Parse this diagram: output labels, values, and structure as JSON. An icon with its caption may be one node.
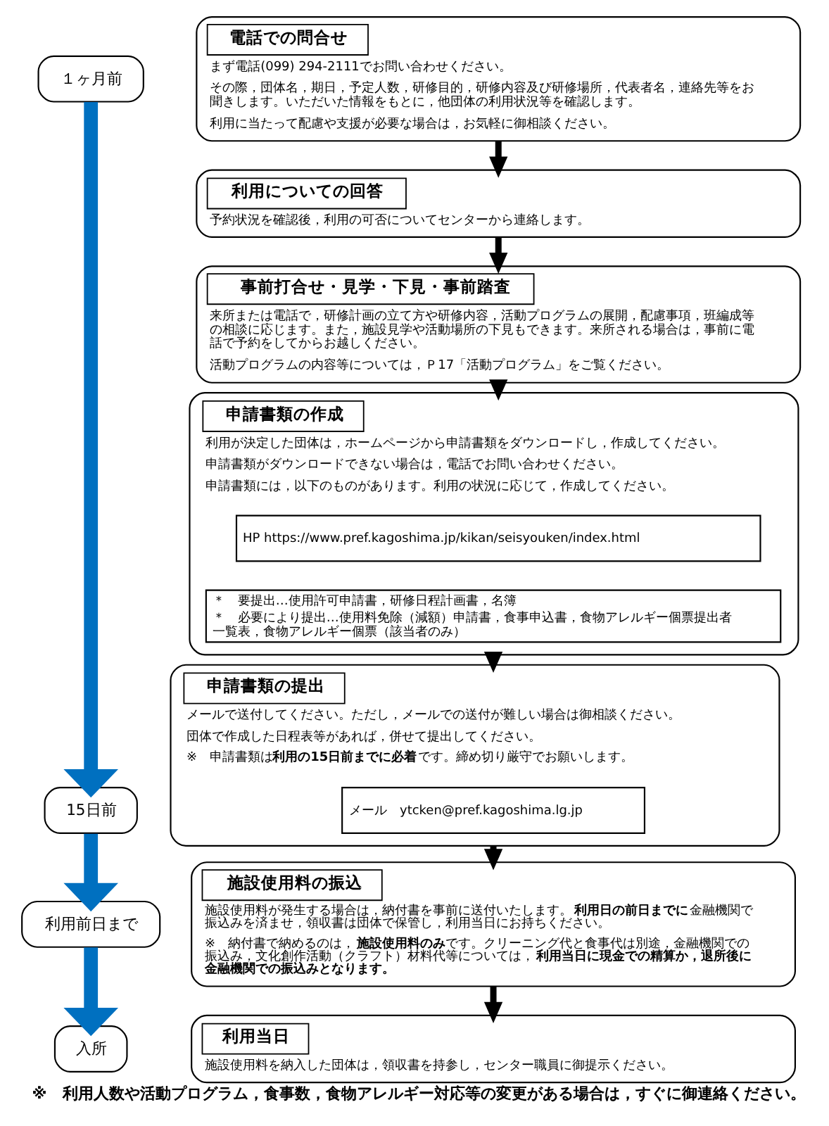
{
  "diagram": {
    "caption": "※　利用人数や活動プログラム，食事数，食物アレルギー対応等の変更がある場合は，すぐに御連絡ください。",
    "nodes": [
      {
        "text": [
          "１ヶ月前"
        ]
      },
      {
        "text": [
          "電話での問合せ",
          "まず電話(099) 294-2111でお問い合わせください。",
          "その際，団体名，期日，予定人数，研修目的，研修内容及び研修場所，代表者名，連絡先等をお聞きします。いただいた情報をもとに，他団体の利用状況等を確認します。",
          "利用に当たって配慮や支援が必要な場合は，お気軽に御相談ください。"
        ]
      },
      {
        "text": [
          "利用についての回答",
          "予約状況を確認後，利用の可否についてセンターから連絡します。"
        ]
      },
      {
        "text": [
          "事前打合せ・見学・下見・事前踏査",
          "来所または電話で，研修計画の立て方や研修内容，活動プログラムの展開，配慮事項，班編成等の相談に応じます。また，施設見学や活動場所の下見もできます。来所される場合は，事前に電話で予約をしてからお越しください。",
          "活動プログラムの内容等については，Ｐ17「活動プログラム」をご覧ください。"
        ]
      },
      {
        "text": [
          "申請書類の作成",
          "利用が決定した団体は，ホームページから申請書類をダウンロードし，作成してください。",
          "申請書類がダウンロードできない場合は，電話でお問い合わせください。",
          "申請書類には，以下のものがあります。利用の状況に応じて，作成してください。"
        ]
      },
      {
        "text": [
          "HP https://www.pref.kagoshima.jp/kikan/seisyouken/index.html"
        ],
        "in": 4
      },
      {
        "text": [
          "＊　要提出…使用許可申請書，研修日程計画書，名簿",
          "＊　必要により提出…使用料免除（減額）申請書，食事申込書，食物アレルギー個票提出者一覧表，食物アレルギー個票（該当者のみ）"
        ],
        "in": 4
      },
      {
        "text": [
          "15日前"
        ]
      },
      {
        "text": [
          "申請書類の提出",
          "メールで送付してください。ただし，メールでの送付が難しい場合は御相談ください。",
          "団体で作成した日程表等があれば，併せて提出してください。",
          "※　申請書類は**利用の15日前までに必着**です。締め切り厳守でお願いします。"
        ]
      },
      {
        "text": [
          "メール　ytcken@pref.kagoshima.lg.jp"
        ],
        "in": 8
      },
      {
        "text": [
          "利用前日まで"
        ]
      },
      {
        "text": [
          "施設使用料の振込",
          "施設使用料が発生する場合は，納付書を事前に送付いたします。**利用日の前日までに**金融機関で振込みを済ませ，領収書は団体で保管し，利用当日にお持ちください。",
          "※　納付書で納めるのは，**施設使用料のみ**です。クリーニング代と食事代は別途，金融機関での振込み，文化創作活動（クラフト）材料代等については，**利用当日に現金での精算か，退所後に金融機関での振込みとなります。**"
        ]
      },
      {
        "text": [
          "入所"
        ]
      },
      {
        "text": [
          "利用当日",
          "施設使用料を納入した団体は，領収書を持参し，センター職員に御提示ください。"
        ]
      }
    ],
    "edges": [
      {
        "from": 1,
        "to": 2,
        "arrow": "to"
      },
      {
        "from": 2,
        "to": 3,
        "arrow": "to"
      },
      {
        "from": 3,
        "to": 4,
        "arrow": "to"
      },
      {
        "from": 4,
        "to": 8,
        "arrow": "to"
      },
      {
        "from": 8,
        "to": 11,
        "arrow": "to"
      },
      {
        "from": 11,
        "to": 13,
        "arrow": "to"
      },
      {
        "from": 0,
        "to": 7,
        "arrow": "to",
        "style": "thick",
        "color": "#0070c0"
      },
      {
        "from": 7,
        "to": 10,
        "arrow": "to",
        "style": "thick",
        "color": "#0070c0"
      },
      {
        "from": 10,
        "to": 12,
        "arrow": "to",
        "style": "thick",
        "color": "#0070c0"
      }
    ]
  }
}
